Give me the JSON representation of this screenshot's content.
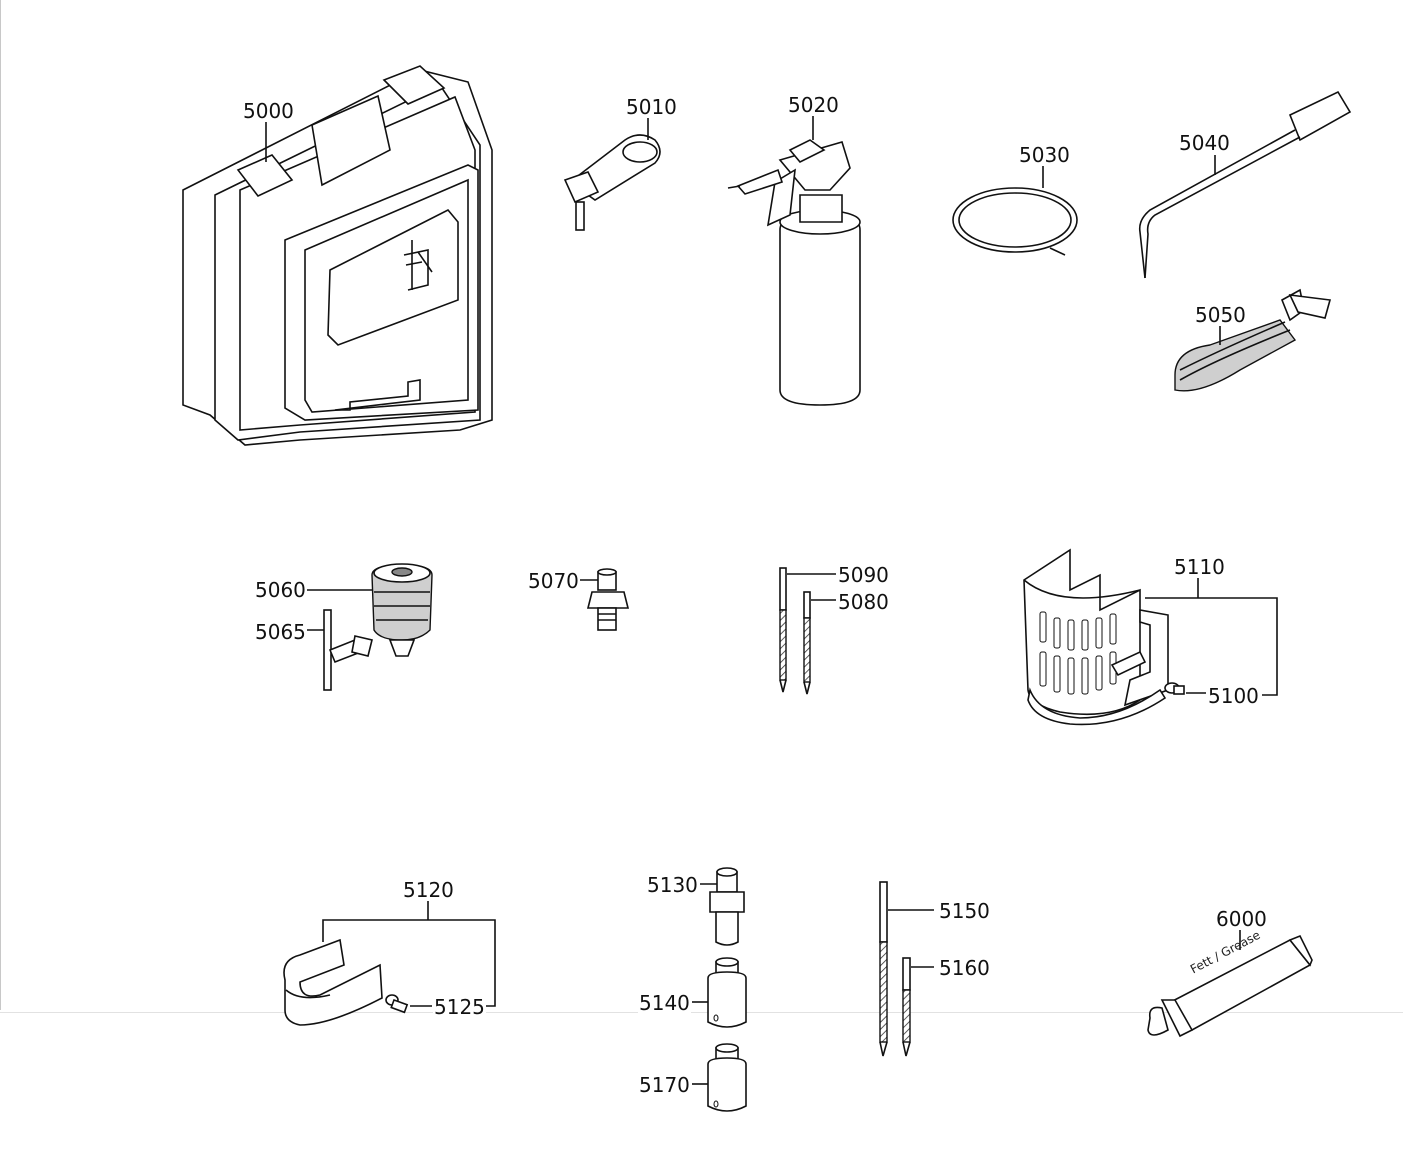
{
  "parts": [
    {
      "id": "case",
      "number": "5000"
    },
    {
      "id": "wrench",
      "number": "5010"
    },
    {
      "id": "spray-bottle",
      "number": "5020"
    },
    {
      "id": "ring",
      "number": "5030"
    },
    {
      "id": "bent-rod",
      "number": "5040"
    },
    {
      "id": "strap",
      "number": "5050"
    },
    {
      "id": "drill-chuck",
      "number": "5060"
    },
    {
      "id": "chuck-key",
      "number": "5065"
    },
    {
      "id": "adapter",
      "number": "5070"
    },
    {
      "id": "drill-bit-small",
      "number": "5080"
    },
    {
      "id": "drill-bit-large",
      "number": "5090"
    },
    {
      "id": "screw-guard",
      "number": "5100"
    },
    {
      "id": "guard",
      "number": "5110"
    },
    {
      "id": "clip",
      "number": "5120"
    },
    {
      "id": "screw-clip",
      "number": "5125"
    },
    {
      "id": "arbor-a",
      "number": "5130"
    },
    {
      "id": "coupling-a",
      "number": "5140"
    },
    {
      "id": "bit-long",
      "number": "5150"
    },
    {
      "id": "bit-short",
      "number": "5160"
    },
    {
      "id": "coupling-b",
      "number": "5170"
    },
    {
      "id": "grease-tube",
      "number": "6000"
    }
  ],
  "grease_tube_print": "Fett / Grease"
}
